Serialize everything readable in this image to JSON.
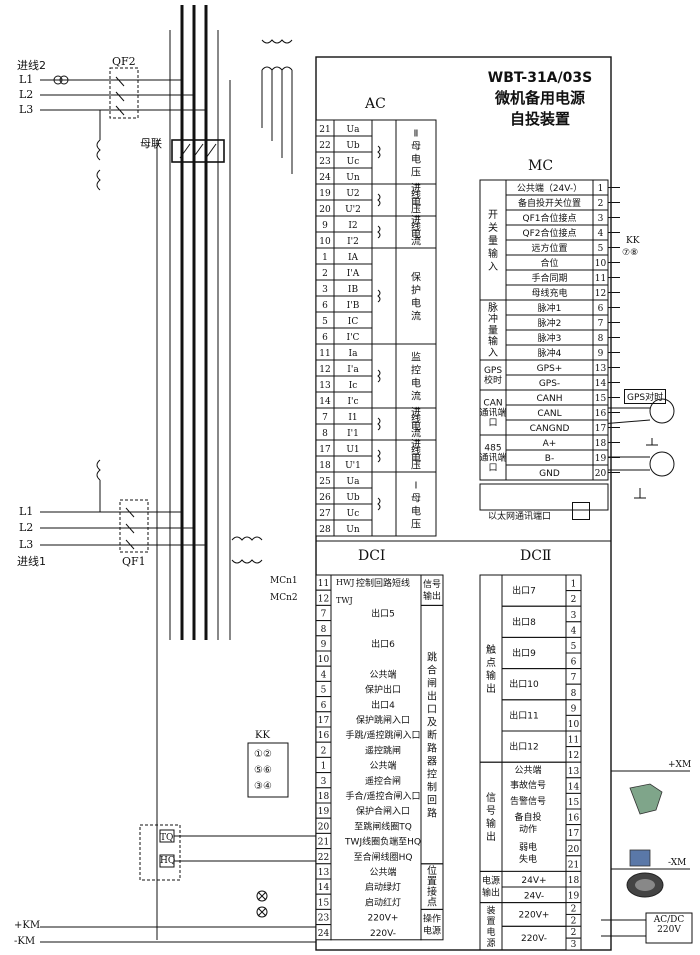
{
  "device": {
    "model": "WBT-31A/03S",
    "name_line1": "微机备用电源",
    "name_line2": "自投装置"
  },
  "sections": {
    "ac": "AC",
    "mc": "MC",
    "dc1": "DCⅠ",
    "dc2": "DCⅡ"
  },
  "left": {
    "incoming2": "进线2",
    "incoming1": "进线1",
    "L1": "L1",
    "L2": "L2",
    "L3": "L3",
    "qf2": "QF2",
    "qf1": "QF1",
    "bus_tie": "母联",
    "mcn1": "MCn1",
    "mcn2": "MCn2",
    "kk": "KK",
    "tq": "TQ",
    "hq": "HQ",
    "plus_km": "+KM",
    "minus_km": "-KM",
    "plus_xm": "+XM",
    "minus_xm": "-XM",
    "hwj": "HWJ",
    "twj": "TWJ",
    "kk_contacts": [
      "①②",
      "⑤⑥",
      "③④"
    ]
  },
  "ac_rows": [
    {
      "n": "21",
      "label": "Ua"
    },
    {
      "n": "22",
      "label": "Ub"
    },
    {
      "n": "23",
      "label": "Uc"
    },
    {
      "n": "24",
      "label": "Un"
    },
    {
      "n": "19",
      "label": "U2"
    },
    {
      "n": "20",
      "label": "U'2"
    },
    {
      "n": "9",
      "label": "I2"
    },
    {
      "n": "10",
      "label": "I'2"
    },
    {
      "n": "1",
      "label": "IA"
    },
    {
      "n": "2",
      "label": "I'A"
    },
    {
      "n": "3",
      "label": "IB"
    },
    {
      "n": "6",
      "label": "I'B"
    },
    {
      "n": "5",
      "label": "IC"
    },
    {
      "n": "6",
      "label": "I'C"
    },
    {
      "n": "11",
      "label": "Ia"
    },
    {
      "n": "12",
      "label": "I'a"
    },
    {
      "n": "13",
      "label": "Ic"
    },
    {
      "n": "14",
      "label": "I'c"
    },
    {
      "n": "7",
      "label": "I1"
    },
    {
      "n": "8",
      "label": "I'1"
    },
    {
      "n": "17",
      "label": "U1"
    },
    {
      "n": "18",
      "label": "U'1"
    },
    {
      "n": "25",
      "label": "Ua"
    },
    {
      "n": "26",
      "label": "Ub"
    },
    {
      "n": "27",
      "label": "Uc"
    },
    {
      "n": "28",
      "label": "Un"
    }
  ],
  "ac_groups": [
    "Ⅱ母电压",
    "进线电压",
    "进线电流",
    "保护电流",
    "监控电流",
    "进线电流",
    "进线电压",
    "Ⅰ母电压"
  ],
  "mc": {
    "group1": "开关量输入",
    "rows1": [
      {
        "label": "公共端（24V-）",
        "n": "1"
      },
      {
        "label": "备自投开关位置",
        "n": "2"
      },
      {
        "label": "QF1合位接点",
        "n": "3"
      },
      {
        "label": "QF2合位接点",
        "n": "4"
      },
      {
        "label": "远方位置",
        "n": "5"
      },
      {
        "label": "合位",
        "n": "10"
      },
      {
        "label": "手合同期",
        "n": "11"
      },
      {
        "label": "母线充电",
        "n": "12"
      }
    ],
    "group2": "脉冲量输入",
    "rows2": [
      {
        "label": "脉冲1",
        "n": "6"
      },
      {
        "label": "脉冲2",
        "n": "7"
      },
      {
        "label": "脉冲3",
        "n": "8"
      },
      {
        "label": "脉冲4",
        "n": "9"
      }
    ],
    "group3": "GPS校时",
    "rows3": [
      {
        "label": "GPS+",
        "n": "13"
      },
      {
        "label": "GPS-",
        "n": "14"
      }
    ],
    "group4": "CAN通讯端口",
    "rows4": [
      {
        "label": "CANH",
        "n": "15"
      },
      {
        "label": "CANL",
        "n": "16"
      },
      {
        "label": "CANGND",
        "n": "17"
      }
    ],
    "group5": "485通讯端口",
    "rows5": [
      {
        "label": "A+",
        "n": "18"
      },
      {
        "label": "B-",
        "n": "19"
      },
      {
        "label": "GND",
        "n": "20"
      }
    ],
    "ethernet": "以太网通讯端口",
    "kk": "KK",
    "kk_contacts": "⑦⑧",
    "gps_pulse": "GPS对时"
  },
  "dc1": {
    "signal_output": "信号输出",
    "trip_close": "跳合闸出口及断路器控制回路",
    "position": "位置接点",
    "power": "操作电源",
    "rows": [
      {
        "n": "11",
        "label": "控制回路短线"
      },
      {
        "n": "12",
        "label": ""
      },
      {
        "n": "7",
        "label": "出口5"
      },
      {
        "n": "8",
        "label": ""
      },
      {
        "n": "9",
        "label": "出口6"
      },
      {
        "n": "10",
        "label": ""
      },
      {
        "n": "4",
        "label": "公共端"
      },
      {
        "n": "5",
        "label": "保护出口"
      },
      {
        "n": "6",
        "label": "出口4"
      },
      {
        "n": "17",
        "label": "保护跳闸入口"
      },
      {
        "n": "16",
        "label": "手跳/遥控跳闸入口"
      },
      {
        "n": "2",
        "label": "遥控跳闸"
      },
      {
        "n": "1",
        "label": "公共端"
      },
      {
        "n": "3",
        "label": "遥控合闸"
      },
      {
        "n": "18",
        "label": "手合/遥控合闸入口"
      },
      {
        "n": "19",
        "label": "保护合闸入口"
      },
      {
        "n": "20",
        "label": "至跳闸线圈TQ"
      },
      {
        "n": "21",
        "label": "TWJ线圈负端至HQ"
      },
      {
        "n": "22",
        "label": "至合闸线圈HQ"
      },
      {
        "n": "13",
        "label": "公共端"
      },
      {
        "n": "14",
        "label": "启动绿灯"
      },
      {
        "n": "15",
        "label": "启动红灯"
      },
      {
        "n": "23",
        "label": "220V+"
      },
      {
        "n": "24",
        "label": "220V-"
      }
    ]
  },
  "dc2": {
    "contact_output": "触点输出",
    "signal_output": "信号输出",
    "outputs": [
      "出口7",
      "出口8",
      "出口9",
      "出口10",
      "出口11",
      "出口12"
    ],
    "out_nums": [
      "1",
      "2",
      "3",
      "4",
      "5",
      "6",
      "7",
      "8",
      "9",
      "10",
      "11",
      "12"
    ],
    "signals": [
      {
        "label": "公共端",
        "n": "13"
      },
      {
        "label": "事故信号",
        "n": "14"
      },
      {
        "label": "告警信号",
        "n": "15"
      },
      {
        "label": "备自投动作",
        "n": "16"
      },
      {
        "label": "",
        "n": "17"
      },
      {
        "label": "弱电失电",
        "n": "20"
      },
      {
        "label": "",
        "n": "21"
      }
    ],
    "power_output": "电源输出",
    "pwr": [
      {
        "label": "24V+",
        "n": "18"
      },
      {
        "label": "24V-",
        "n": "19"
      }
    ],
    "device_power": "装置电源",
    "dev": [
      {
        "label": "220V+",
        "n": "2"
      },
      {
        "label": "",
        "n": "2"
      },
      {
        "label": "220V-",
        "n": "2"
      },
      {
        "label": "",
        "n": "3"
      }
    ],
    "acdc_line1": "AC/DC",
    "acdc_line2": "220V"
  }
}
